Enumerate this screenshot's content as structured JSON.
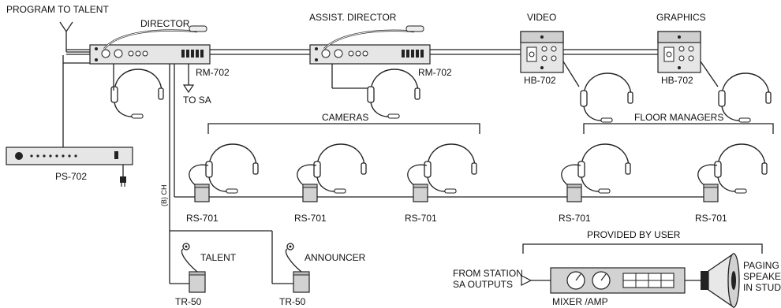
{
  "labels": {
    "program_to_talent": "PROGRAM TO TALENT",
    "director": "DIRECTOR",
    "assist_director": "ASSIST. DIRECTOR",
    "video": "VIDEO",
    "graphics": "GRAPHICS",
    "rm702_a": "RM-702",
    "rm702_b": "RM-702",
    "hb702_a": "HB-702",
    "hb702_b": "HB-702",
    "to_sa": "TO SA",
    "ps702": "PS-702",
    "cameras": "CAMERAS",
    "floor_managers": "FLOOR MANAGERS",
    "rs701_1": "RS-701",
    "rs701_2": "RS-701",
    "rs701_3": "RS-701",
    "rs701_4": "RS-701",
    "rs701_5": "RS-701",
    "ch_b": "(B) CH",
    "talent": "TALENT",
    "announcer": "ANNOUNCER",
    "tr50_a": "TR-50",
    "tr50_b": "TR-50",
    "provided_by_user": "PROVIDED BY USER",
    "from_station_1": "FROM STATION",
    "from_station_2": "SA OUTPUTS",
    "mixer_amp": "MIXER /AMP",
    "paging_1": "PAGING",
    "paging_2": "SPEAKER",
    "paging_3": "IN STUDIO"
  }
}
